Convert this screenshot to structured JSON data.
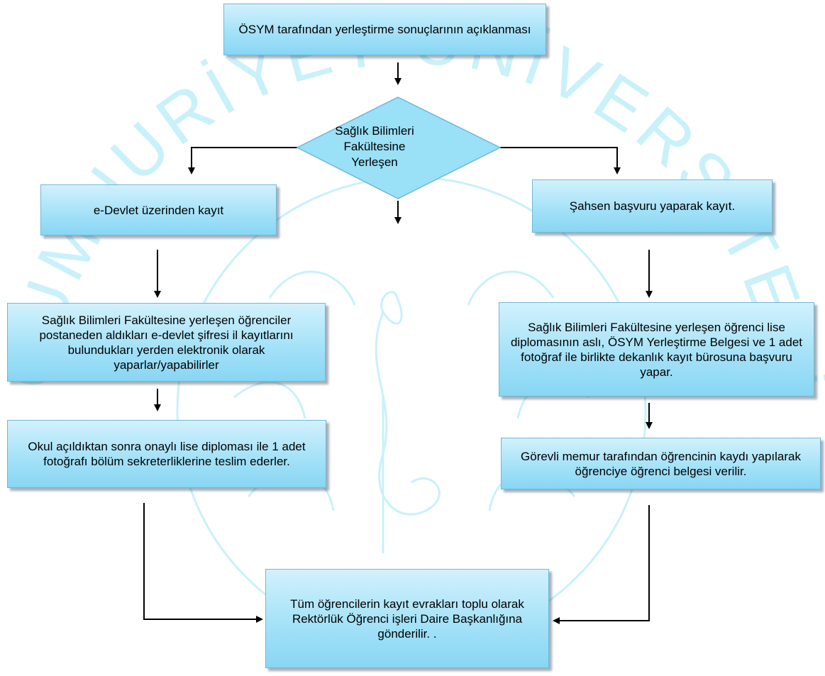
{
  "watermark": {
    "text": "CUMHURİYET ÜNİVERSİTESİ",
    "color": "#b3ecf7"
  },
  "colors": {
    "box_fill_top": "#d2f1fc",
    "box_fill_bottom": "#88d6f4",
    "box_border": "#6fb8d8",
    "connector": "#000000"
  },
  "nodes": {
    "announcement": "ÖSYM tarafından yerleştirme sonuçlarının açıklanması",
    "decision": "Sağlık Bilimleri Fakültesine Yerleşen",
    "edevlet_registration": "e-Devlet üzerinden kayıt",
    "in_person_registration": "Şahsen başvuru yaparak kayıt.",
    "edevlet_detail": "Sağlık Bilimleri Fakültesine yerleşen öğrenciler postaneden aldıkları e-devlet şifresi il kayıtlarını bulundukları yerden elektronik olarak yaparlar/yapabilirler",
    "in_person_detail": "Sağlık Bilimleri Fakültesine yerleşen öğrenci lise diplomasının aslı, ÖSYM Yerleştirme Belgesi ve 1 adet fotoğraf ile birlikte dekanlık kayıt bürosuna başvuru yapar.",
    "school_opening": "Okul açıldıktan sonra onaylı lise diploması ile 1 adet fotoğrafı bölüm sekreterliklerine teslim ederler.",
    "officer_registration": "Görevli memur tarafından öğrencinin kaydı yapılarak öğrenciye öğrenci belgesi verilir.",
    "final_step": "Tüm öğrencilerin kayıt evrakları toplu olarak Rektörlük Öğrenci işleri Daire Başkanlığına gönderilir. ."
  }
}
